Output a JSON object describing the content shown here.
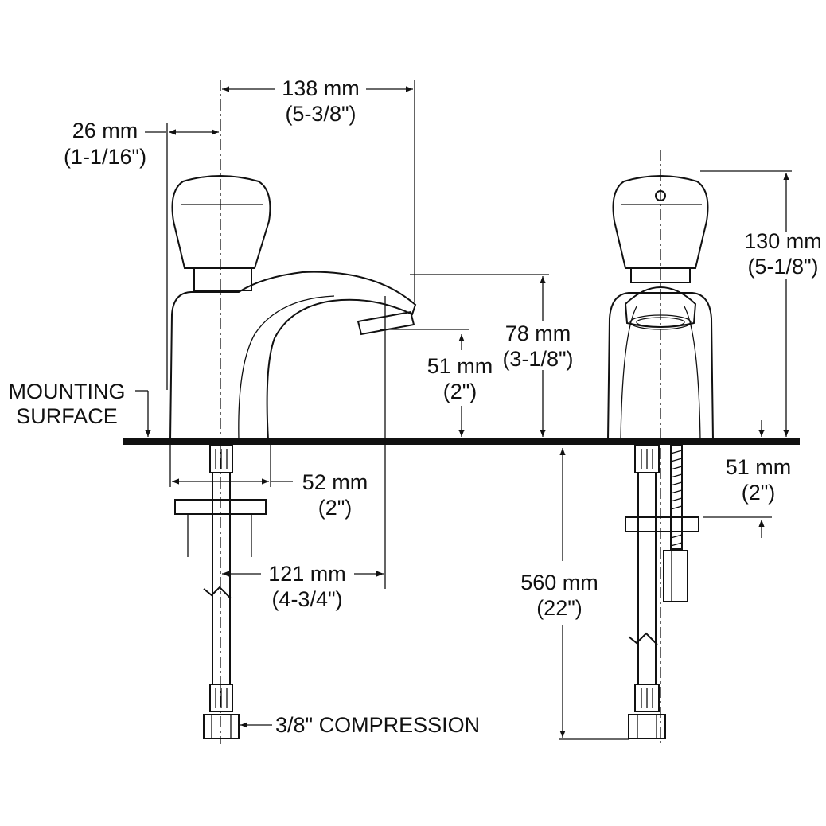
{
  "labels": {
    "dim_138": {
      "mm": "138 mm",
      "in": "(5-3/8\")"
    },
    "dim_26": {
      "mm": "26 mm",
      "in": "(1-1/16\")"
    },
    "dim_130": {
      "mm": "130 mm",
      "in": "(5-1/8\")"
    },
    "dim_78": {
      "mm": "78 mm",
      "in": "(3-1/8\")"
    },
    "dim_51_spout": {
      "mm": "51 mm",
      "in": "(2\")"
    },
    "dim_52": {
      "mm": "52 mm",
      "in": "(2\")"
    },
    "dim_121": {
      "mm": "121 mm",
      "in": "(4-3/4\")"
    },
    "dim_51_deck": {
      "mm": "51 mm",
      "in": "(2\")"
    },
    "dim_560": {
      "mm": "560 mm",
      "in": "(22\")"
    },
    "mounting": {
      "line1": "MOUNTING",
      "line2": "SURFACE"
    },
    "compression": "3/8\" COMPRESSION"
  },
  "colors": {
    "ink": "#111111",
    "background": "#ffffff"
  }
}
